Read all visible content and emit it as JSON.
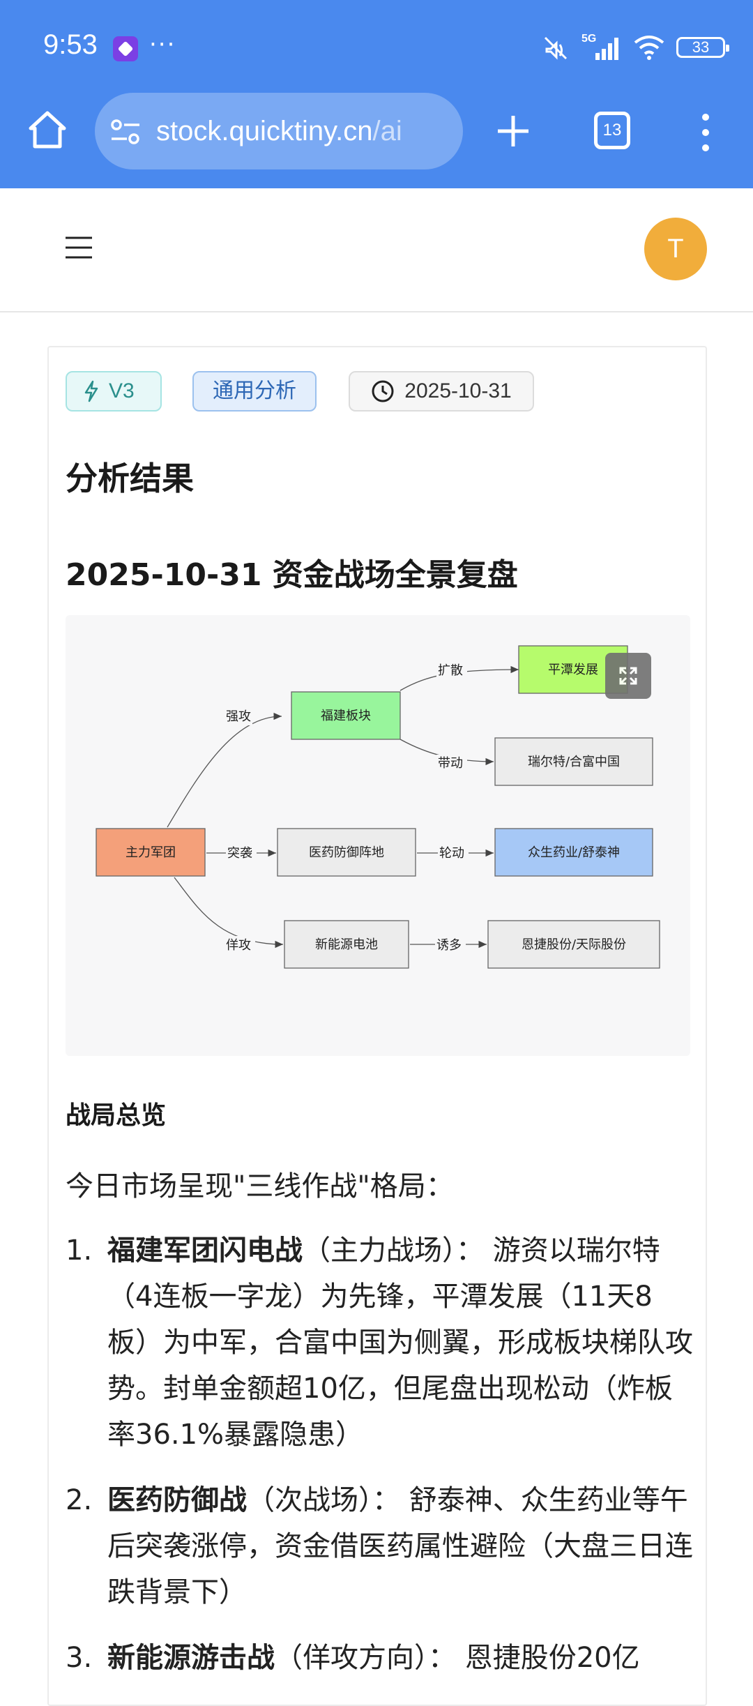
{
  "status_bar": {
    "time": "9:53",
    "more": "···",
    "network": "5G",
    "battery": "33"
  },
  "browser": {
    "url_host": "stock.quicktiny.cn",
    "url_path": "/ai",
    "tab_count": "13"
  },
  "app_header": {
    "avatar_letter": "T"
  },
  "tags": {
    "version": "V3",
    "category": "通用分析",
    "date": "2025-10-31"
  },
  "title": "分析结果",
  "subtitle": "2025-10-31 资金战场全景复盘",
  "diagram": {
    "nodes": {
      "main": "主力军团",
      "fujian": "福建板块",
      "pingtan": "平潭发展",
      "ruier": "瑞尔特/合富中国",
      "yiyao": "医药防御阵地",
      "zhongsheng": "众生药业/舒泰神",
      "xinnengyuan": "新能源电池",
      "enjie": "恩捷股份/天际股份"
    },
    "edges": {
      "qianggong": "强攻",
      "kuosan": "扩散",
      "daidong": "带动",
      "tuxi": "突袭",
      "lundong": "轮动",
      "yanggong": "佯攻",
      "youduo": "诱多"
    },
    "colors": {
      "main": "#f4a07a",
      "fujian": "#98f59c",
      "pingtan": "#b6fb6c",
      "zhongsheng": "#a6c8f6",
      "neutral": "#ececec"
    }
  },
  "section_heading": "战局总览",
  "intro": "今日市场呈现\"三线作战\"格局：",
  "list": [
    {
      "num": "1.",
      "bold": "福建军团闪电战",
      "text": "（主力战场）： 游资以瑞尔特（4连板一字龙）为先锋，平潭发展（11天8板）为中军，合富中国为侧翼，形成板块梯队攻势。封单金额超10亿，但尾盘出现松动（炸板率36.1%暴露隐患）"
    },
    {
      "num": "2.",
      "bold": "医药防御战",
      "text": "（次战场）： 舒泰神、众生药业等午后突袭涨停，资金借医药属性避险（大盘三日连跌背景下）"
    },
    {
      "num": "3.",
      "bold": "新能源游击战",
      "text": "（佯攻方向）： 恩捷股份20亿"
    }
  ]
}
